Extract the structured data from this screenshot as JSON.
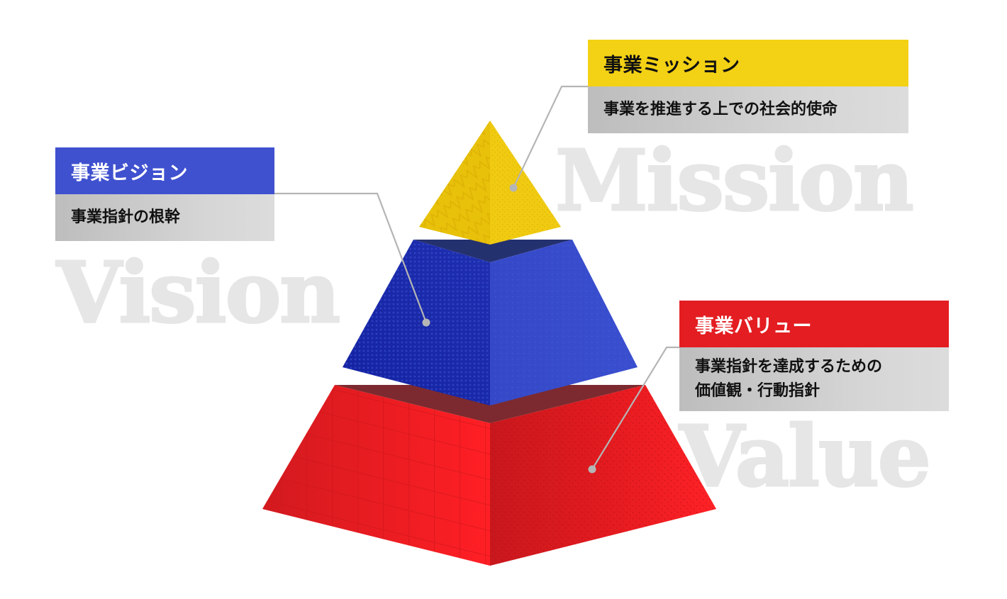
{
  "diagram": {
    "type": "pyramid",
    "levels": [
      {
        "key": "mission",
        "title": "事業ミッション",
        "description": [
          "事業を推進する上での社会的使命"
        ],
        "watermark": "Mission",
        "color": "#f3d115",
        "position": "top"
      },
      {
        "key": "vision",
        "title": "事業ビジョン",
        "description": [
          "事業指針の根幹"
        ],
        "watermark": "Vision",
        "color": "#3f51cf",
        "position": "middle"
      },
      {
        "key": "value",
        "title": "事業バリュー",
        "description": [
          "事業指針を達成するための",
          "価値観・行動指針"
        ],
        "watermark": "Value",
        "color": "#e31d21",
        "position": "bottom"
      }
    ],
    "connector_color": "#b5b5b5",
    "watermark_color": "#e6e6e6",
    "description_box_color": "#cfcfcf"
  }
}
